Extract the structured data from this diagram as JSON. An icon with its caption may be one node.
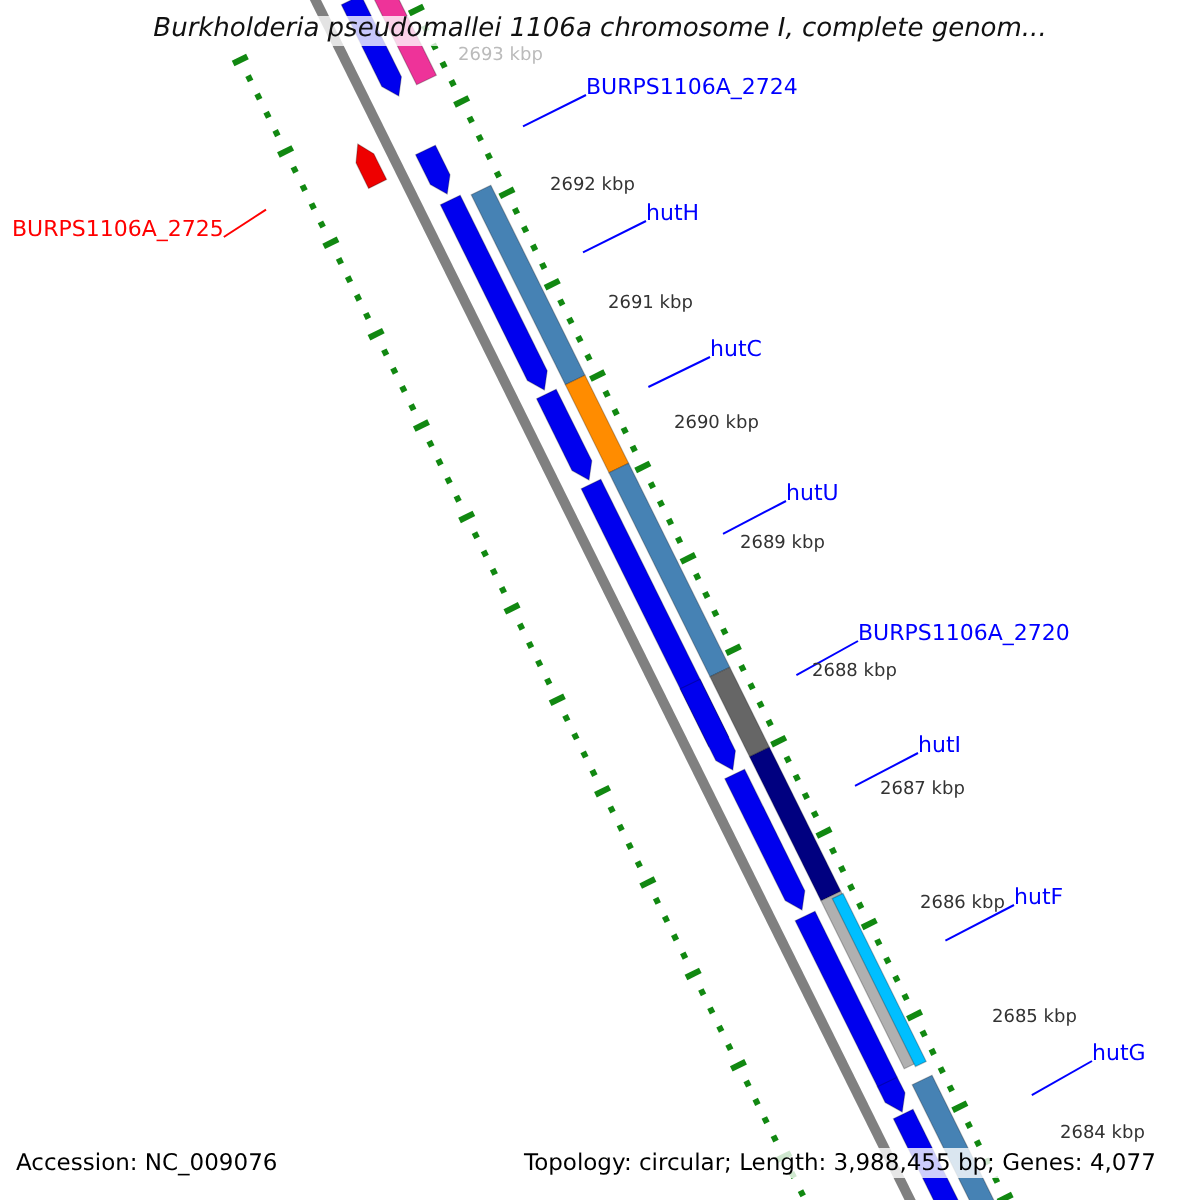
{
  "diagram": {
    "title": "Burkholderia pseudomallei 1106a chromosome I, complete genom...",
    "nodes": [
      {
        "text": [
          "BURPS1106A_2724"
        ]
      },
      {
        "text": [
          "BURPS1106A_2725"
        ]
      },
      {
        "text": [
          "hutH"
        ]
      },
      {
        "text": [
          "hutC"
        ]
      },
      {
        "text": [
          "hutU"
        ]
      },
      {
        "text": [
          "BURPS1106A_2720"
        ]
      },
      {
        "text": [
          "hutI"
        ]
      },
      {
        "text": [
          "hutF"
        ]
      },
      {
        "text": [
          "hutG"
        ]
      }
    ],
    "edges": [
      {
        "from": 0,
        "to": null,
        "arrow": "none"
      },
      {
        "from": 1,
        "to": null,
        "arrow": "none",
        "color": "#ff0000"
      },
      {
        "from": 2,
        "to": null,
        "arrow": "none"
      },
      {
        "from": 3,
        "to": null,
        "arrow": "none"
      },
      {
        "from": 4,
        "to": null,
        "arrow": "none"
      },
      {
        "from": 5,
        "to": null,
        "arrow": "none"
      },
      {
        "from": 6,
        "to": null,
        "arrow": "none"
      },
      {
        "from": 7,
        "to": null,
        "arrow": "none"
      },
      {
        "from": 8,
        "to": null,
        "arrow": "none"
      }
    ],
    "labels": [
      "2693 kbp",
      "2692 kbp",
      "2691 kbp",
      "2690 kbp",
      "2689 kbp",
      "2688 kbp",
      "2687 kbp",
      "2686 kbp",
      "2685 kbp",
      "2684 kbp",
      "Accession: NC_009076",
      "Topology: circular; Length: 3,988,455 bp; Genes: 4,077"
    ]
  }
}
